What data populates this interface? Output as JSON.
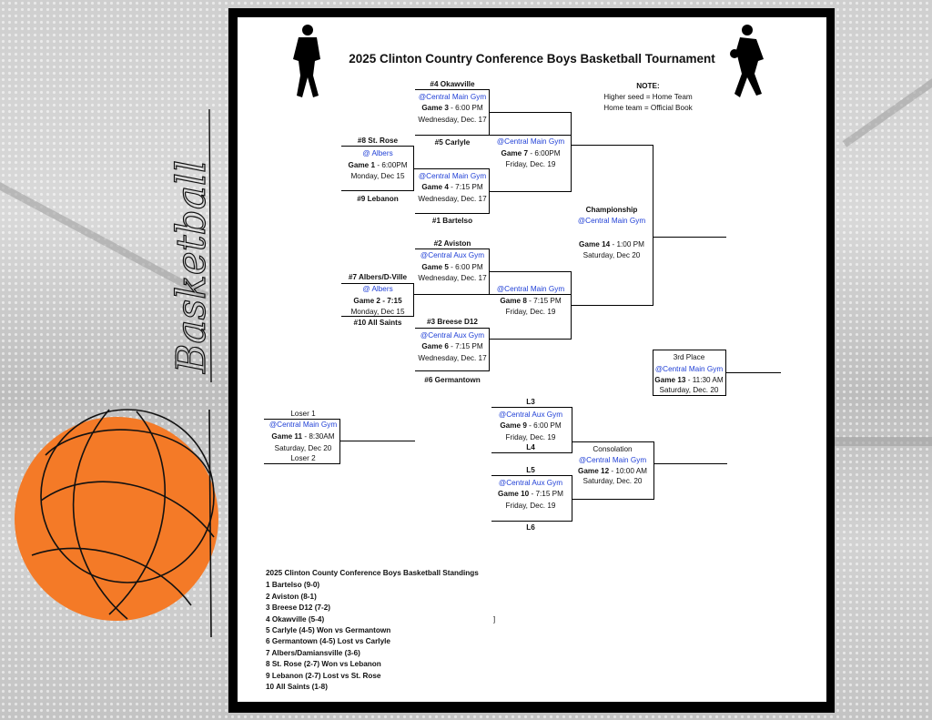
{
  "decor": {
    "script_word": "Basketball",
    "ball_color": "#f47a27"
  },
  "doc": {
    "title": "2025 Clinton Country Conference Boys Basketball Tournament",
    "note_title": "NOTE:",
    "note_line1": "Higher seed = Home Team",
    "note_line2": "Home team = Official Book"
  },
  "games": {
    "g1": {
      "team_top": "#8 St. Rose",
      "site": "@ Albers",
      "game": "Game 1",
      "time": " - 6:00PM",
      "date": "Monday, Dec 15",
      "team_bottom": "#9 Lebanon"
    },
    "g2": {
      "team_top": "#7 Albers/D-Ville",
      "site": "@ Albers",
      "game": "Game 2",
      "time": " - 7:15",
      "date": "Monday, Dec 15",
      "team_bottom": "#10 All Saints"
    },
    "g3": {
      "team_top": "#4 Okawville",
      "site": "@Central Main Gym",
      "game": "Game 3",
      "time": " - 6:00 PM",
      "date": "Wednesday, Dec. 17",
      "team_bottom": "#5 Carlyle"
    },
    "g4": {
      "site": "@Central Main Gym",
      "game": "Game 4",
      "time": " - 7:15 PM",
      "date": "Wednesday, Dec. 17",
      "team_bottom": "#1 Bartelso"
    },
    "g5": {
      "team_top": "#2 Aviston",
      "site": "@Central  Aux Gym",
      "game": "Game 5",
      "time": " - 6:00 PM",
      "date": "Wednesday, Dec. 17"
    },
    "g6": {
      "team_top": "#3 Breese D12",
      "site": "@Central  Aux Gym",
      "game": "Game 6",
      "time": " - 7:15 PM",
      "date": "Wednesday, Dec. 17",
      "team_bottom": "#6 Germantown"
    },
    "g7": {
      "site": "@Central Main Gym",
      "game": "Game 7",
      "time": " - 6:00PM",
      "date": "Friday, Dec. 19"
    },
    "g8": {
      "site": "@Central Main Gym",
      "game": "Game 8",
      "time": " - 7:15 PM",
      "date": "Friday, Dec. 19"
    },
    "g9": {
      "team_top": "L3",
      "site": "@Central Aux Gym",
      "game": "Game 9",
      "time": " - 6:00 PM",
      "date": "Friday, Dec. 19",
      "team_bottom": "L4"
    },
    "g10": {
      "team_top": "L5",
      "site": "@Central  Aux Gym",
      "game": "Game 10",
      "time": " - 7:15 PM",
      "date": "Friday, Dec. 19",
      "team_bottom": "L6"
    },
    "g11": {
      "team_top": "Loser 1",
      "site": "@Central Main Gym",
      "game": "Game 11",
      "time": " - 8:30AM",
      "date": "Saturday, Dec 20",
      "team_bottom": "Loser 2"
    },
    "g12": {
      "label": "Consolation",
      "site": "@Central Main Gym",
      "game": "Game 12",
      "time": " - 10:00 AM",
      "date": "Saturday, Dec. 20"
    },
    "g13": {
      "label": "3rd Place",
      "site": "@Central Main Gym",
      "game": "Game 13",
      "time": "  -  11:30 AM",
      "date": "Saturday, Dec. 20"
    },
    "g14": {
      "label": "Championship",
      "site": "@Central Main Gym",
      "game": "Game 14",
      "time": " -  1:00 PM",
      "date": "Saturday, Dec 20"
    }
  },
  "standings": {
    "title": "2025 Clinton County Conference Boys Basketball Standings",
    "rows": [
      "1 Bartelso (9-0)",
      "2 Aviston (8-1)",
      "3 Breese D12 (7-2)",
      "4 Okawville (5-4)",
      "5 Carlyle (4-5) Won vs Germantown",
      "6 Germantown (4-5) Lost vs Carlyle",
      "7 Albers/Damiansville (3-6)",
      "8 St. Rose (2-7) Won vs Lebanon",
      "9 Lebanon (2-7) Lost vs St. Rose",
      "10 All Saints (1-8)"
    ],
    "stray_mark": "]"
  }
}
